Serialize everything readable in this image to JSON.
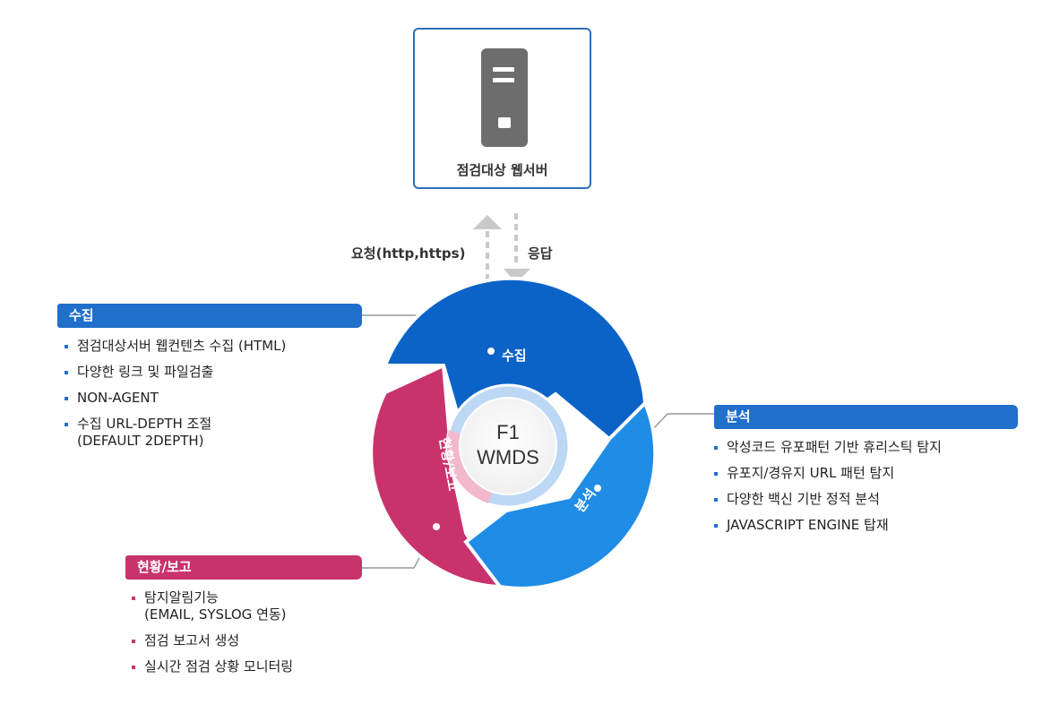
{
  "server": {
    "label": "점검대상 웹서버"
  },
  "flow": {
    "request": "요청(http,https)",
    "response": "응답"
  },
  "center": {
    "line1": "F1",
    "line2": "WMDS"
  },
  "ring": {
    "collect": "수집",
    "analyze": "분석",
    "report": "현황/보고",
    "color_collect": "#0b63c7",
    "color_analyze": "#1f8ce6",
    "color_report": "#c9336c"
  },
  "sections": {
    "collect": {
      "title": "수집",
      "items": [
        {
          "text": "점검대상서버 웹컨텐츠 수집 (HTML)"
        },
        {
          "text": "다양한 링크 및 파일검출"
        },
        {
          "text": "NON-AGENT"
        },
        {
          "text": "수집 URL-DEPTH 조절",
          "sub": "(DEFAULT 2DEPTH)"
        }
      ]
    },
    "analyze": {
      "title": "분석",
      "items": [
        {
          "text": "악성코드 유포패턴 기반 휴리스틱 탐지"
        },
        {
          "text": "유포지/경유지 URL 패턴 탐지"
        },
        {
          "text": "다양한 백신 기반 정적 분석"
        },
        {
          "text": "JAVASCRIPT ENGINE 탑재"
        }
      ]
    },
    "report": {
      "title": "현황/보고",
      "items": [
        {
          "text": "탐지알림기능",
          "sub": "(EMAIL, SYSLOG 연동)"
        },
        {
          "text": "점검 보고서 생성"
        },
        {
          "text": "실시간 점검 상황 모니터링"
        }
      ]
    }
  }
}
